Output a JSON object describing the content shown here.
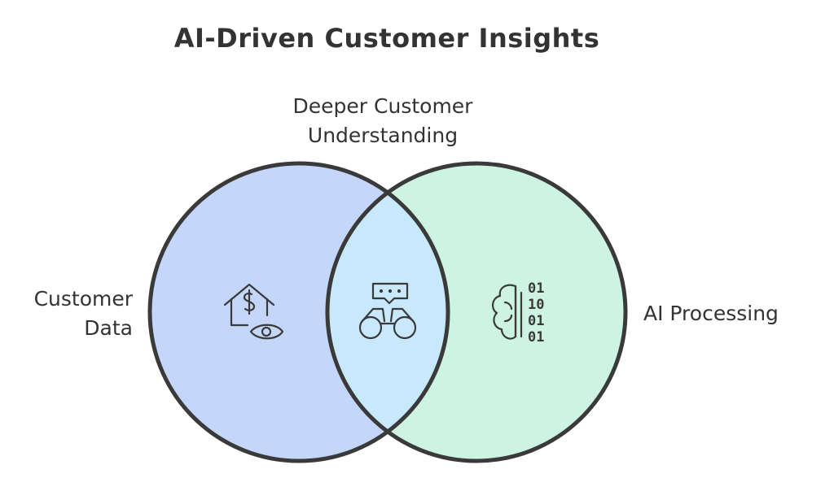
{
  "title": "AI-Driven Customer Insights",
  "overlap": {
    "label_line1": "Deeper Customer",
    "label_line2": "Understanding",
    "icon": "binoculars-chat-icon"
  },
  "left_set": {
    "label_line1": "Customer",
    "label_line2": "Data",
    "icon": "house-dollar-eye-icon",
    "color": "#c5d6fb"
  },
  "right_set": {
    "label": "AI Processing",
    "icon": "brain-binary-icon",
    "color": "#cdf3e2",
    "binary": [
      "01",
      "10",
      "01",
      "01"
    ]
  },
  "colors": {
    "overlap": "#c8e9fb",
    "outline": "#3a3a3a"
  }
}
